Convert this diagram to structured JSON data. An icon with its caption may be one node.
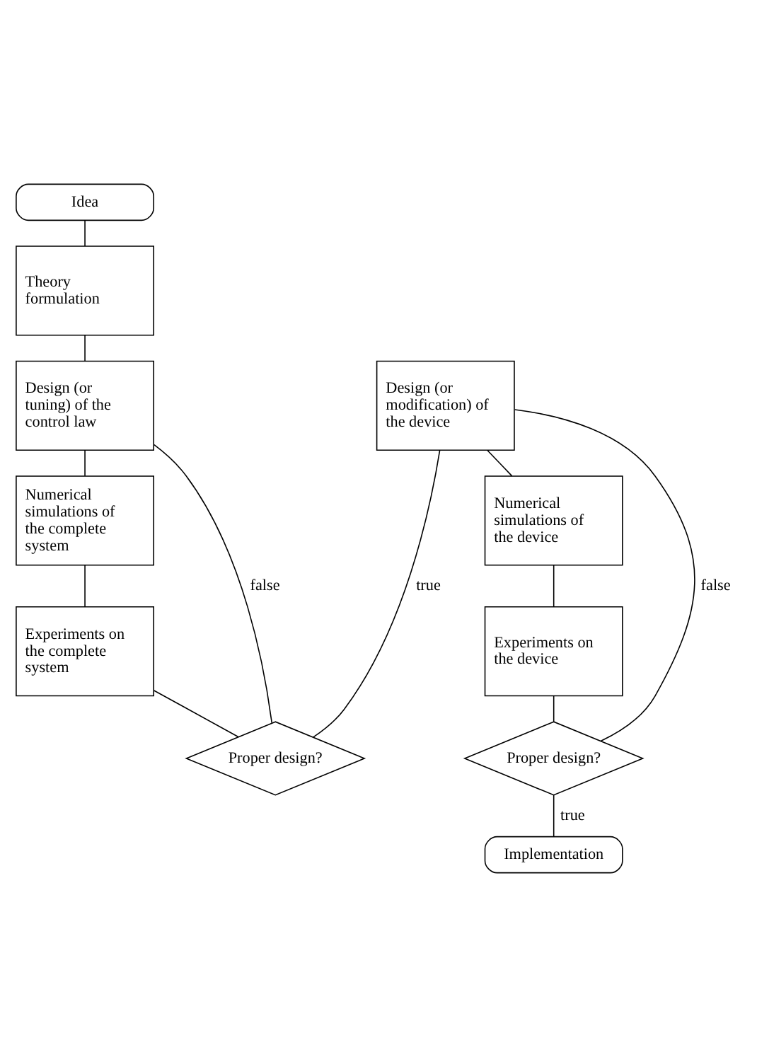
{
  "diagram": {
    "nodes": [
      {
        "text": [
          "Idea"
        ]
      },
      {
        "text": [
          "Theory formulation"
        ]
      },
      {
        "text": [
          "Design (or tuning) of the control law"
        ]
      },
      {
        "text": [
          "Numerical simulations of the complete system"
        ]
      },
      {
        "text": [
          "Experiments on the complete system"
        ]
      },
      {
        "text": [
          "Proper design?"
        ]
      },
      {
        "text": [
          "Design (or modification) of the device"
        ]
      },
      {
        "text": [
          "Numerical simulations of the device"
        ]
      },
      {
        "text": [
          "Experiments on the device"
        ]
      },
      {
        "text": [
          "Proper design?"
        ]
      },
      {
        "text": [
          "Implementation"
        ]
      }
    ],
    "edges": [
      {
        "from": 0,
        "to": 1,
        "arrow": "none"
      },
      {
        "from": 1,
        "to": 2,
        "arrow": "none"
      },
      {
        "from": 2,
        "to": 3,
        "arrow": "none"
      },
      {
        "from": 3,
        "to": 4,
        "arrow": "none"
      },
      {
        "from": 4,
        "to": 5,
        "arrow": "none"
      },
      {
        "from": 5,
        "to": 2,
        "arrow": "none",
        "label": "false"
      },
      {
        "from": 5,
        "to": 6,
        "arrow": "none",
        "label": "true"
      },
      {
        "from": 6,
        "to": 7,
        "arrow": "none"
      },
      {
        "from": 7,
        "to": 8,
        "arrow": "none"
      },
      {
        "from": 8,
        "to": 9,
        "arrow": "none"
      },
      {
        "from": 9,
        "to": 6,
        "arrow": "none",
        "label": "false"
      },
      {
        "from": 9,
        "to": 10,
        "arrow": "none",
        "label": "true"
      }
    ]
  }
}
